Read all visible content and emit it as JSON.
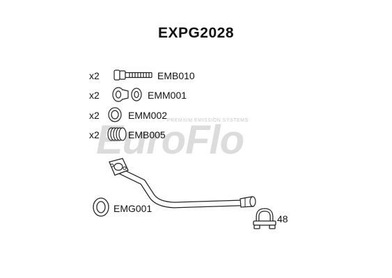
{
  "part_number": "EXPG2028",
  "watermark": {
    "brand": "EuroFlo",
    "tagline": "PREMIUM EMISSION SYSTEMS"
  },
  "components": [
    {
      "qty": "x2",
      "code": "EMB010",
      "icon": "bolt-icon"
    },
    {
      "qty": "x2",
      "code": "EMM001",
      "icon": "spring-bush-icon"
    },
    {
      "qty": "x2",
      "code": "EMM002",
      "icon": "ring-icon"
    },
    {
      "qty": "x2",
      "code": "EMB005",
      "icon": "spring-icon"
    }
  ],
  "gasket": {
    "code": "EMG001",
    "icon": "gasket-icon"
  },
  "clamp": {
    "code": "48",
    "icon": "u-clamp-icon"
  },
  "pipe": {
    "icon": "front-pipe-icon"
  }
}
